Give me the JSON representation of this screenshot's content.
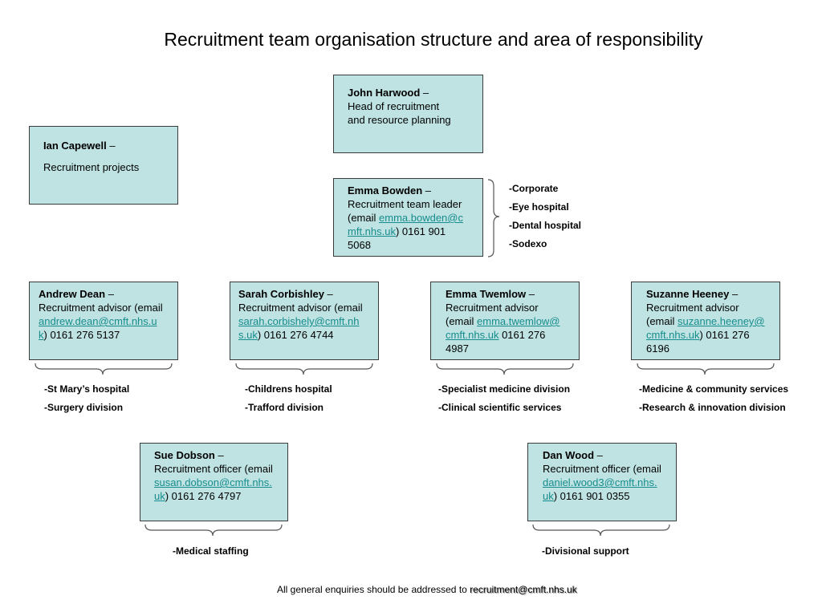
{
  "title": "Recruitment team organisation structure and area of responsibility",
  "people": {
    "john": {
      "name": "John Harwood",
      "dash": " –",
      "role": "Head of recruitment and resource planning"
    },
    "ian": {
      "name": "Ian Capewell",
      "dash": " –",
      "role": "Recruitment projects"
    },
    "emma_b": {
      "name": "Emma Bowden",
      "dash": " –",
      "role": "Recruitment team leader (email ",
      "email": "emma.bowden@cmft.nhs.uk",
      "phone": ") 0161 901 5068"
    },
    "andrew": {
      "name": "Andrew Dean",
      "dash": " –",
      "role": "Recruitment advisor (email ",
      "email": "andrew.dean@cmft.nhs.uk",
      "phone": ") 0161 276 5137"
    },
    "sarah": {
      "name": "Sarah Corbishley",
      "dash": " –",
      "role": "Recruitment advisor (email ",
      "email": "sarah.corbishely@cmft.nhs.uk",
      "phone": ") 0161 276 4744"
    },
    "emma_t": {
      "name": "Emma Twemlow",
      "dash": " –",
      "role": "Recruitment advisor (email ",
      "email": "emma.twemlow@cmft.nhs.uk",
      "phone": " 0161 276 4987"
    },
    "suzanne": {
      "name": "Suzanne Heeney",
      "dash": " –",
      "role": "Recruitment advisor (email ",
      "email": "suzanne.heeney@cmft.nhs.uk",
      "phone": ") 0161 276 6196"
    },
    "sue": {
      "name": "Sue Dobson",
      "dash": " –",
      "role": "Recruitment officer (email ",
      "email": "susan.dobson@cmft.nhs.uk",
      "phone": ") 0161 276 4797"
    },
    "dan": {
      "name": "Dan Wood",
      "dash": " –",
      "role": "Recruitment officer (email ",
      "email": "daniel.wood3@cmft.nhs.uk",
      "phone": ") 0161 901 0355"
    }
  },
  "responsibilities": {
    "emma_b": [
      "-Corporate",
      "-Eye hospital",
      "-Dental hospital",
      "-Sodexo"
    ],
    "andrew": [
      "-St Mary’s hospital",
      "-Surgery division"
    ],
    "sarah": [
      "-Childrens hospital",
      "-Trafford division"
    ],
    "emma_t": [
      "-Specialist medicine division",
      "-Clinical scientific services"
    ],
    "suzanne": [
      "-Medicine & community services",
      "-Research & innovation division"
    ],
    "sue": [
      "-Medical staffing"
    ],
    "dan": [
      "-Divisional support"
    ]
  },
  "footer": {
    "text": "All general enquiries should be addressed to ",
    "email": "recruitment@cmft.nhs.uk"
  },
  "colors": {
    "box_fill": "#bfe3e3",
    "link": "#168c8c"
  }
}
